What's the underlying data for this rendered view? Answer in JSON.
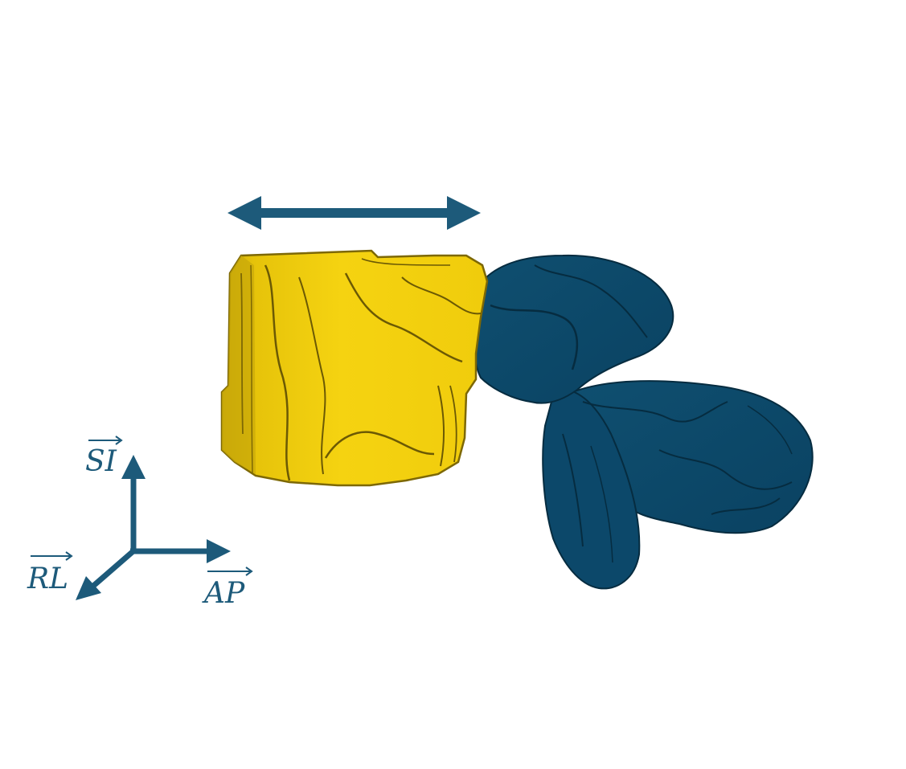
{
  "colors": {
    "vertebral_body": "#f2cf0c",
    "vertebral_body_dark": "#b59a08",
    "posterior_elements": "#0d4a69",
    "posterior_elements_dark": "#062c40",
    "annotation": "#1d5a7a"
  },
  "axes": {
    "si_label": "SI",
    "rl_label": "RL",
    "ap_label": "AP"
  },
  "icons": {
    "measure_arrow": "double-headed-arrow",
    "si_arrow": "arrow-up",
    "rl_arrow": "arrow-down-left",
    "ap_arrow": "arrow-right"
  }
}
